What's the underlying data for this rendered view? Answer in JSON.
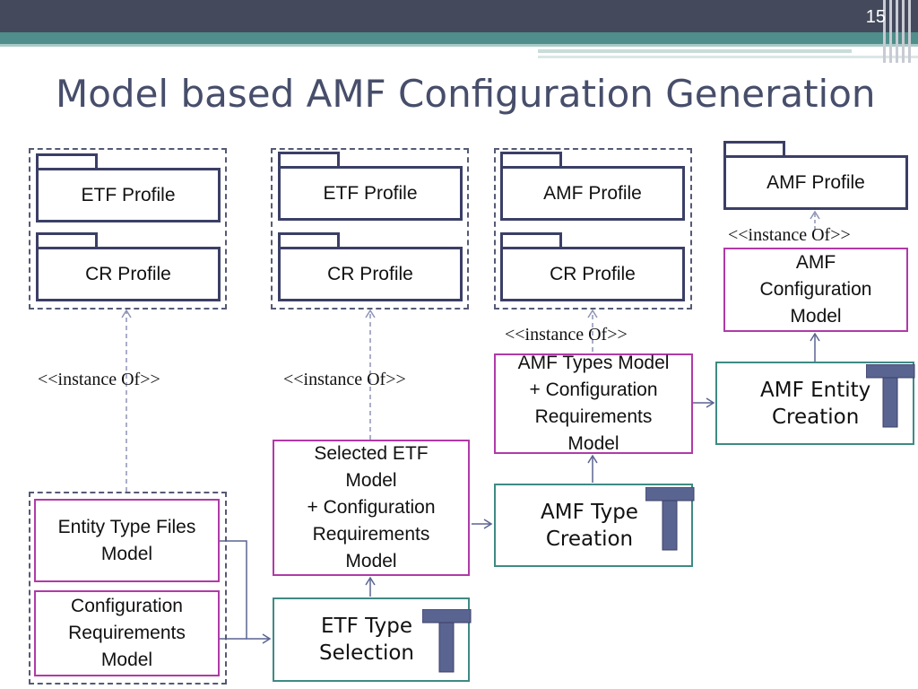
{
  "slide": {
    "number": "15",
    "title": "Model based AMF Configuration Generation"
  },
  "colors": {
    "top_bar": "#444a5c",
    "teal_stripe": "#4f8e8a",
    "title_text": "#474e6b",
    "package_border": "#3b3f66",
    "model_border": "#b03aa8",
    "transformation_border": "#3f8a84",
    "transformation_icon": "#5a6491"
  },
  "diagram": {
    "column1": {
      "etf_profile": "ETF Profile",
      "cr_profile": "CR Profile",
      "instance_of": "<<instance Of>>",
      "entity_type_files_model": "Entity Type Files\nModel",
      "configuration_requirements_model": "Configuration\nRequirements\nModel"
    },
    "column2": {
      "etf_profile": "ETF Profile",
      "cr_profile": "CR Profile",
      "instance_of": "<<instance Of>>",
      "selected_etf_model": "Selected ETF\nModel\n+ Configuration\nRequirements\nModel",
      "etf_type_selection": "ETF Type\nSelection"
    },
    "column3": {
      "amf_profile": "AMF Profile",
      "cr_profile": "CR Profile",
      "instance_of": "<<instance Of>>",
      "amf_types_model": "AMF Types Model\n+ Configuration\nRequirements\nModel",
      "amf_type_creation": "AMF Type\nCreation"
    },
    "column4": {
      "amf_profile": "AMF Profile",
      "instance_of": "<<instance Of>>",
      "amf_configuration_model": "AMF\nConfiguration\nModel",
      "amf_entity_creation": "AMF Entity\nCreation"
    },
    "transformation_icon": "t-transformation-icon"
  }
}
